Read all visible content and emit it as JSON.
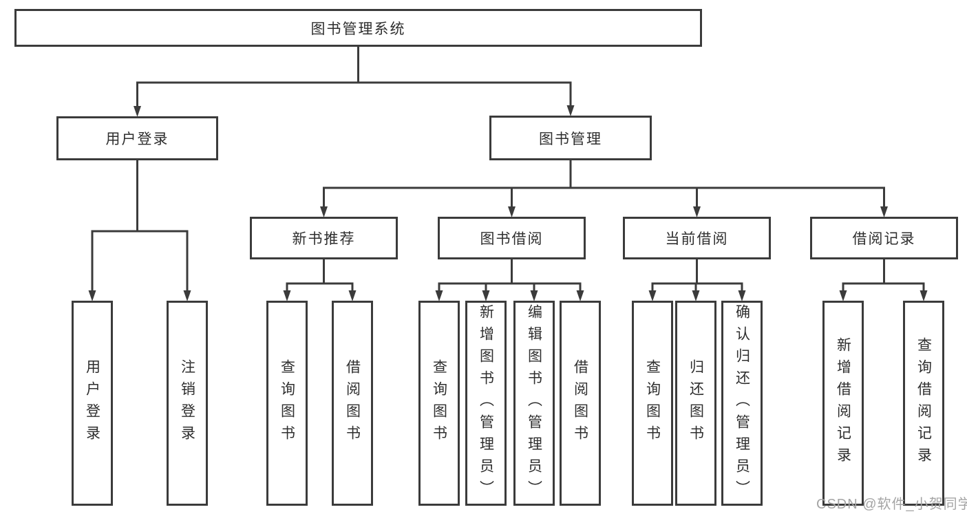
{
  "tree": {
    "label": "图书管理系统",
    "children": [
      {
        "label": "用户登录",
        "children": [
          {
            "label": "用户登录"
          },
          {
            "label": "注销登录"
          }
        ]
      },
      {
        "label": "图书管理",
        "children": [
          {
            "label": "新书推荐",
            "children": [
              {
                "label": "查询图书"
              },
              {
                "label": "借阅图书"
              }
            ]
          },
          {
            "label": "图书借阅",
            "children": [
              {
                "label": "查询图书"
              },
              {
                "label": "新增图书（管理员）"
              },
              {
                "label": "编辑图书（管理员）"
              },
              {
                "label": "借阅图书"
              }
            ]
          },
          {
            "label": "当前借阅",
            "children": [
              {
                "label": "查询图书"
              },
              {
                "label": "归还图书"
              },
              {
                "label": "确认归还（管理员）"
              }
            ]
          },
          {
            "label": "借阅记录",
            "children": [
              {
                "label": "新增借阅记录"
              },
              {
                "label": "查询借阅记录"
              }
            ]
          }
        ]
      }
    ]
  },
  "watermark": {
    "text": "CSDN @软件_小贺同学"
  },
  "colors": {
    "line": "#3b3b3b",
    "text": "#2e2e2e",
    "background": "#ffffff",
    "watermark": "#a5a5a5"
  }
}
